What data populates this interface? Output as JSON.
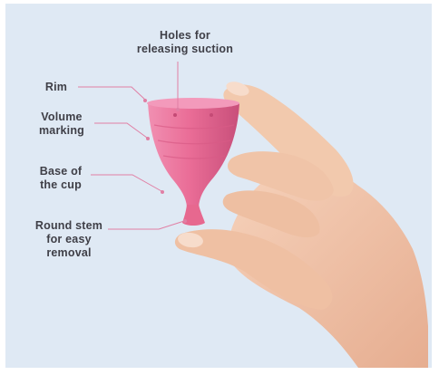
{
  "labels": {
    "holes": "Holes for\nreleasing suction",
    "rim": "Rim",
    "volume": "Volume\nmarking",
    "base": "Base of\nthe cup",
    "stem": "Round stem\nfor easy\nremoval"
  },
  "colors": {
    "background": "#dfe9f4",
    "leader_line": "#e07fa4",
    "cup": "#ea6d97",
    "skin": "#f0c3a7",
    "label_text": "#3f3f47"
  }
}
